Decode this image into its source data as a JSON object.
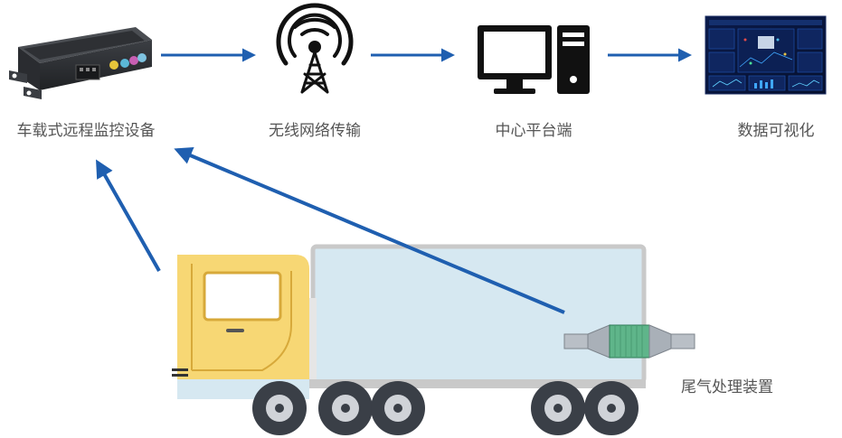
{
  "nodes": {
    "device": "车载式远程监控设备",
    "wireless": "无线网络传输",
    "platform": "中心平台端",
    "visualization": "数据可视化",
    "exhaust": "尾气处理装置"
  },
  "colors": {
    "arrow": "#1f5fb0",
    "truck_cab": "#f7d774",
    "truck_box": "#d6e8f1",
    "truck_box_border": "#c9c9c9",
    "wheel": "#3a3f47",
    "label": "#555555"
  },
  "icons": {
    "device": "telematics-box-icon",
    "wireless": "radio-tower-icon",
    "platform": "desktop-computer-icon",
    "visualization": "dashboard-screen-icon",
    "exhaust": "catalytic-converter-icon",
    "vehicle": "truck-icon"
  }
}
